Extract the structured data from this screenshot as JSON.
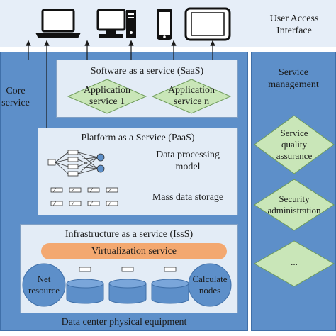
{
  "top_bar": {
    "label": "User Access\nInterface",
    "devices": [
      "laptop-icon",
      "desktop-icon",
      "phone-icon",
      "tablet-icon"
    ]
  },
  "left_column": {
    "label": "Core\nservice"
  },
  "right_column": {
    "label": "Service\nmanagement",
    "items": [
      "Service\nquality\nassurance",
      "Security\nadministration",
      "..."
    ]
  },
  "saas": {
    "title": "Software as a service (SaaS)",
    "apps": [
      "Application\nservice 1",
      "Application\nservice n"
    ]
  },
  "paas": {
    "title": "Platform as a Service (PaaS)",
    "model_label": "Data processing\nmodel",
    "storage_label": "Mass data storage"
  },
  "iaas": {
    "title": "Infrastructure as a service (IssS)",
    "virtualization": "Virtualization service",
    "net_resource": "Net\nresource",
    "calculate_nodes": "Calculate\nnodes"
  },
  "footer": {
    "label": "Data center physical equipment"
  },
  "colors": {
    "blue": "#5d8fc9",
    "light": "#e3ecf6",
    "green": "#c9e6b8",
    "orange": "#f3a870"
  }
}
